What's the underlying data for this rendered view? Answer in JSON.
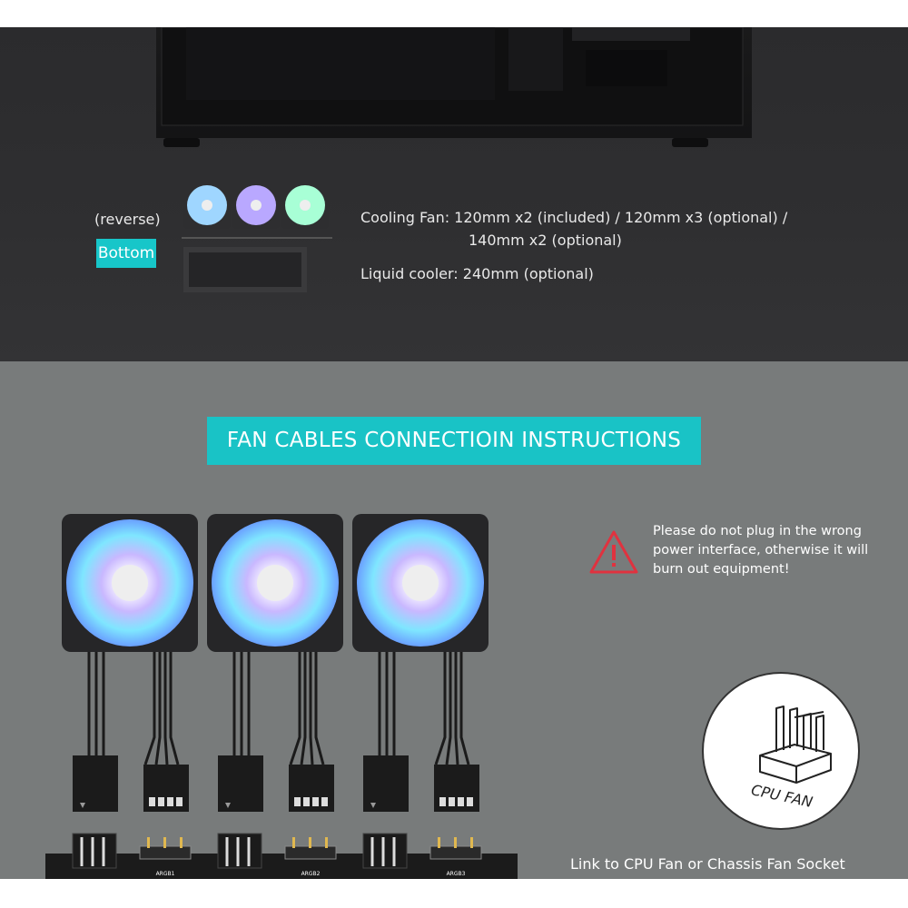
{
  "top": {
    "position_label": "(reverse)",
    "position_badge": "Bottom",
    "cooling_fan_line1": "Cooling Fan: 120mm x2 (included) / 120mm x3 (optional) /",
    "cooling_fan_line2": "140mm x2 (optional)",
    "liquid_cooler": "Liquid cooler: 240mm (optional)"
  },
  "bottom": {
    "heading": "FAN CABLES CONNECTIOIN INSTRUCTIONS",
    "warning_line1": "Please do not plug in the wrong",
    "warning_line2": "power interface, otherwise it will",
    "warning_line3": "burn out equipment!",
    "cpu_fan_label": "CPU FAN",
    "link_text": "Link to CPU Fan or Chassis Fan Socket",
    "connector_labels": [
      "ARGB1",
      "ARGB2",
      "ARGB3"
    ],
    "warning_icon": "warning-triangle-icon",
    "accent_color": "#19c3c6",
    "warning_color": "#e0323f"
  }
}
